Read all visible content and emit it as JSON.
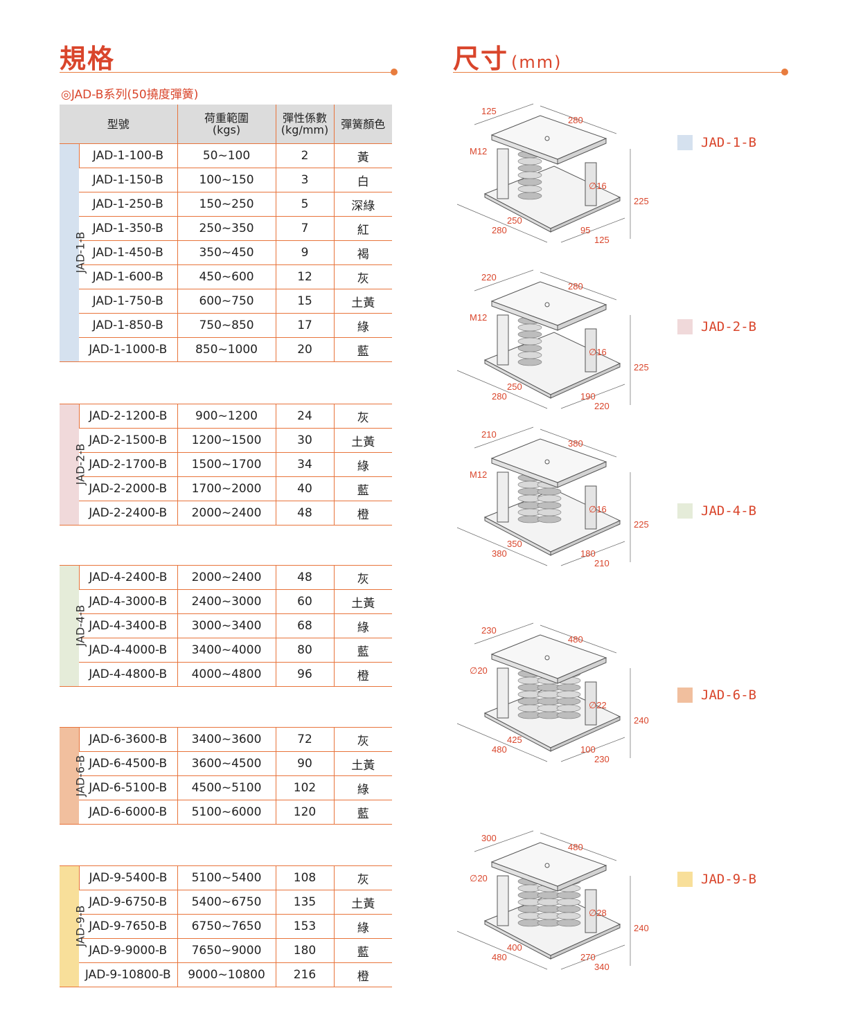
{
  "left_heading": "規格",
  "right_heading": "尺寸",
  "right_heading_unit": "(mm)",
  "series_title": "◎JAD-B系列(50撓度彈簧)",
  "table_headers": {
    "model": "型號",
    "load": "荷重範圍\n(kgs)",
    "rate": "彈性係數\n(kg/mm)",
    "color": "彈簧顏色"
  },
  "groups": [
    {
      "label": "JAD-1-B",
      "swatch": "#d5e1ef",
      "rows": [
        [
          "JAD-1-100-B",
          "50~100",
          "2",
          "黃"
        ],
        [
          "JAD-1-150-B",
          "100~150",
          "3",
          "白"
        ],
        [
          "JAD-1-250-B",
          "150~250",
          "5",
          "深綠"
        ],
        [
          "JAD-1-350-B",
          "250~350",
          "7",
          "紅"
        ],
        [
          "JAD-1-450-B",
          "350~450",
          "9",
          "褐"
        ],
        [
          "JAD-1-600-B",
          "450~600",
          "12",
          "灰"
        ],
        [
          "JAD-1-750-B",
          "600~750",
          "15",
          "土黃"
        ],
        [
          "JAD-1-850-B",
          "750~850",
          "17",
          "綠"
        ],
        [
          "JAD-1-1000-B",
          "850~1000",
          "20",
          "藍"
        ]
      ]
    },
    {
      "label": "JAD-2-B",
      "swatch": "#f0d9da",
      "rows": [
        [
          "JAD-2-1200-B",
          "900~1200",
          "24",
          "灰"
        ],
        [
          "JAD-2-1500-B",
          "1200~1500",
          "30",
          "土黃"
        ],
        [
          "JAD-2-1700-B",
          "1500~1700",
          "34",
          "綠"
        ],
        [
          "JAD-2-2000-B",
          "1700~2000",
          "40",
          "藍"
        ],
        [
          "JAD-2-2400-B",
          "2000~2400",
          "48",
          "橙"
        ]
      ]
    },
    {
      "label": "JAD-4-B",
      "swatch": "#e5ecd9",
      "rows": [
        [
          "JAD-4-2400-B",
          "2000~2400",
          "48",
          "灰"
        ],
        [
          "JAD-4-3000-B",
          "2400~3000",
          "60",
          "土黃"
        ],
        [
          "JAD-4-3400-B",
          "3000~3400",
          "68",
          "綠"
        ],
        [
          "JAD-4-4000-B",
          "3400~4000",
          "80",
          "藍"
        ],
        [
          "JAD-4-4800-B",
          "4000~4800",
          "96",
          "橙"
        ]
      ]
    },
    {
      "label": "JAD-6-B",
      "swatch": "#f1bf9e",
      "rows": [
        [
          "JAD-6-3600-B",
          "3400~3600",
          "72",
          "灰"
        ],
        [
          "JAD-6-4500-B",
          "3600~4500",
          "90",
          "土黃"
        ],
        [
          "JAD-6-5100-B",
          "4500~5100",
          "102",
          "綠"
        ],
        [
          "JAD-6-6000-B",
          "5100~6000",
          "120",
          "藍"
        ]
      ]
    },
    {
      "label": "JAD-9-B",
      "swatch": "#f8df9a",
      "rows": [
        [
          "JAD-9-5400-B",
          "5100~5400",
          "108",
          "灰"
        ],
        [
          "JAD-9-6750-B",
          "5400~6750",
          "135",
          "土黃"
        ],
        [
          "JAD-9-7650-B",
          "6750~7650",
          "153",
          "綠"
        ],
        [
          "JAD-9-9000-B",
          "7650~9000",
          "180",
          "藍"
        ],
        [
          "JAD-9-10800-B",
          "9000~10800",
          "216",
          "橙"
        ]
      ]
    }
  ],
  "diagrams": [
    {
      "legend": "JAD-1-B",
      "swatch": "#d5e1ef",
      "dims": {
        "top_w": "125",
        "top_l": "280",
        "bolt": "M12",
        "hole": "∅16",
        "height": "225",
        "base_a": "250",
        "base_l": "280",
        "base_b": "95",
        "base_w": "125"
      }
    },
    {
      "legend": "JAD-2-B",
      "swatch": "#f0d9da",
      "dims": {
        "top_w": "220",
        "top_l": "280",
        "bolt": "M12",
        "hole": "∅16",
        "height": "225",
        "base_a": "250",
        "base_l": "280",
        "base_b": "190",
        "base_w": "220"
      }
    },
    {
      "legend": "JAD-4-B",
      "swatch": "#e5ecd9",
      "dims": {
        "top_w": "210",
        "top_l": "380",
        "bolt": "M12",
        "hole": "∅16",
        "height": "225",
        "base_a": "350",
        "base_l": "380",
        "base_b": "180",
        "base_w": "210"
      }
    },
    {
      "legend": "JAD-6-B",
      "swatch": "#f1bf9e",
      "dims": {
        "top_w": "230",
        "top_l": "480",
        "bolt": "∅20",
        "hole": "∅22",
        "height": "240",
        "base_a": "425",
        "base_l": "480",
        "base_b": "100",
        "base_w": "230"
      }
    },
    {
      "legend": "JAD-9-B",
      "swatch": "#f8df9a",
      "dims": {
        "top_w": "300",
        "top_l": "480",
        "bolt": "∅20",
        "hole": "∅28",
        "height": "240",
        "base_a": "400",
        "base_l": "480",
        "base_b": "270",
        "base_w": "340"
      }
    }
  ],
  "accent": "#d9452b"
}
